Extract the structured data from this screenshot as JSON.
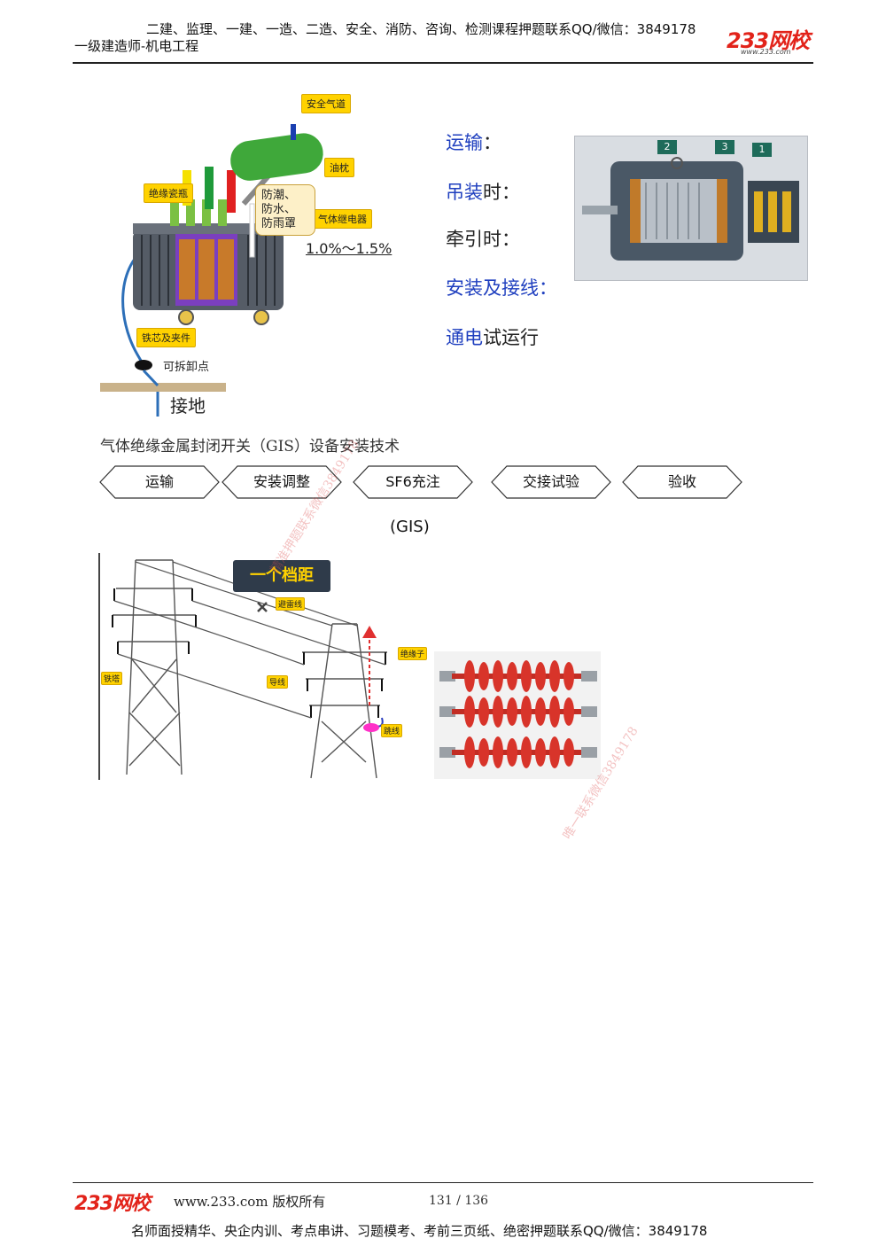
{
  "header": {
    "promo": "二建、监理、一建、一造、二造、安全、消防、咨询、检测课程押题联系QQ/微信：3849178",
    "course": "一级建造师-机电工程",
    "logo_text": "233网校",
    "logo_url": "www.233.com"
  },
  "transformer_figure": {
    "labels": {
      "safety_airway": "安全气道",
      "conservator": "油枕",
      "insulator_bushing": "绝缘瓷瓶",
      "gas_relay": "气体继电器",
      "protective_cover": "防潮、\n防水、\n防雨罩",
      "slope": "1.0%～1.5%",
      "core_and_clamp": "铁芯及夹件",
      "detachable_point": "可拆卸点",
      "grounding": "接地"
    }
  },
  "motor_steps": [
    {
      "prefix": "运输",
      "suffix": "：",
      "prefix_color": "#1f3fbf"
    },
    {
      "prefix": "吊装",
      "suffix": "时：",
      "prefix_color": "#1f3fbf"
    },
    {
      "prefix": "",
      "suffix": "牵引时：",
      "prefix_color": "#1f3fbf"
    },
    {
      "prefix": "安装及接线",
      "suffix": "：",
      "prefix_color": "#1f3fbf"
    },
    {
      "prefix": "通电",
      "suffix": "试运行",
      "prefix_color": "#1f3fbf"
    }
  ],
  "motor_figure": {
    "badges": [
      "2",
      "3",
      "1"
    ]
  },
  "gis": {
    "heading": "气体绝缘金属封闭开关（GIS）设备安装技术",
    "steps": [
      "运输",
      "安装调整",
      "SF6充注",
      "交接试验",
      "验收"
    ],
    "abbr": "(GIS)"
  },
  "tower_figure": {
    "span_label": "一个档距",
    "lightning_wire": "避雷线",
    "insulator": "绝缘子",
    "tower": "铁塔",
    "conductor": "导线",
    "jumper": "跳线"
  },
  "watermarks": {
    "w1": "精准押题联系微信3849178",
    "w2": "唯一联系微信3849178"
  },
  "footer": {
    "logo_text": "233网校",
    "site": "www.233.com 版权所有",
    "page": "131 / 136",
    "promo": "名师面授精华、央企内训、考点串讲、习题模考、考前三页纸、绝密押题联系QQ/微信：3849178"
  },
  "colors": {
    "accent_blue": "#1f3fbf",
    "brand_red": "#e2231a",
    "label_yellow": "#ffd200",
    "insulator_red": "#d8342a"
  }
}
